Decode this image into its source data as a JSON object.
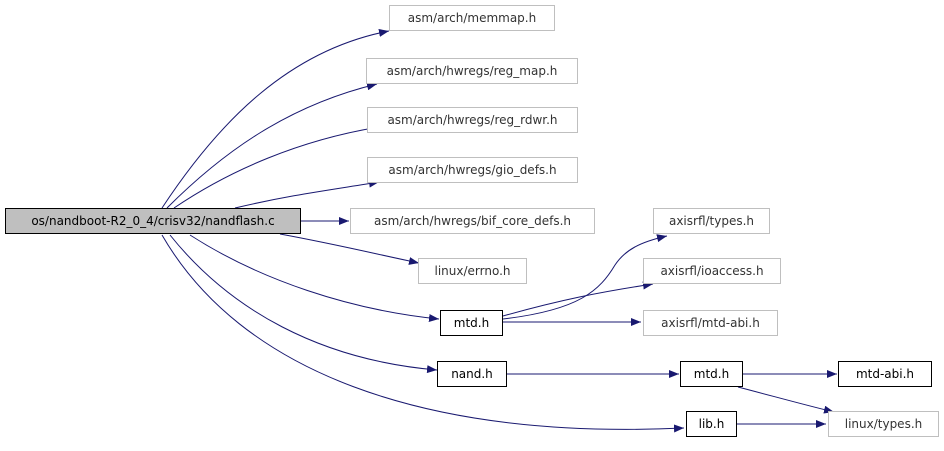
{
  "root": {
    "label": "os/nandboot-R2_0_4/crisv32/nandflash.c"
  },
  "nodes": {
    "memmap": "asm/arch/memmap.h",
    "reg_map": "asm/arch/hwregs/reg_map.h",
    "reg_rdwr": "asm/arch/hwregs/reg_rdwr.h",
    "gio_defs": "asm/arch/hwregs/gio_defs.h",
    "bif_core_defs": "asm/arch/hwregs/bif_core_defs.h",
    "errno": "linux/errno.h",
    "mtd1": "mtd.h",
    "nand": "nand.h",
    "lib": "lib.h",
    "axis_types": "axisrfl/types.h",
    "axis_ioaccess": "axisrfl/ioaccess.h",
    "axis_mtdabi": "axisrfl/mtd-abi.h",
    "mtd2": "mtd.h",
    "mtdabi": "mtd-abi.h",
    "linux_types": "linux/types.h"
  },
  "colors": {
    "edge": "#191970",
    "external_border": "#bfbfbf",
    "root_fill": "#bfbfbf"
  }
}
